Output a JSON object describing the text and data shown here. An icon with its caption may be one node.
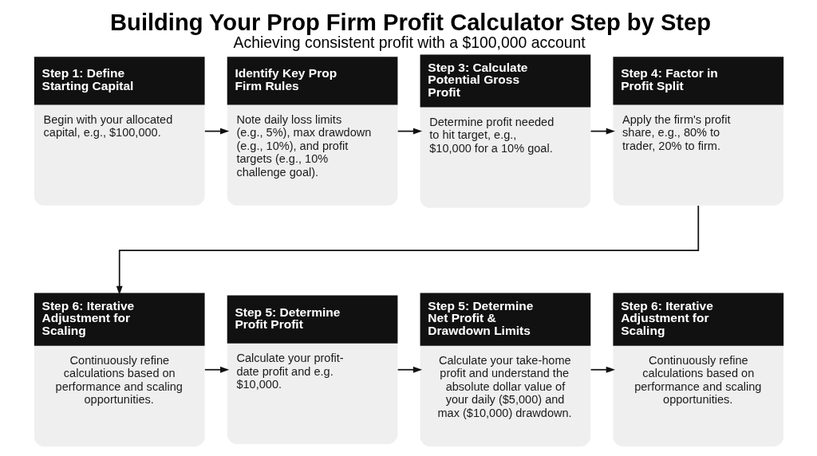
{
  "diagram": {
    "title": "Building Your Prop Firm Profit Calculator Step by Step",
    "caption": "Achieving consistent profit with a $100,000 account",
    "nodes": [
      {
        "text": [
          "Step 1: Define Starting Capital",
          "Begin with your allocated capital, e.g., $100,000."
        ]
      },
      {
        "text": [
          "Identify Key Prop Firm Rules",
          "Note daily loss limits (e.g., 5%), max drawdown (e.g., 10%), and profit targets (e.g., 10% challenge goal)."
        ]
      },
      {
        "text": [
          "Step 3: Calculate Potential Gross Profit",
          "Determine profit needed to hit target, e.g., $10,000 for a 10% goal."
        ]
      },
      {
        "text": [
          "Step 4: Factor in Profit Split",
          "Apply the firm's profit share, e.g., 80% to trader, 20% to firm."
        ]
      },
      {
        "text": [
          "Step 6: Iterative Adjustment for Scaling",
          "Continuously refine calculations based on performance and scaling opportunities."
        ]
      },
      {
        "text": [
          "Step 5: Determine Profit Profit",
          "Calculate your profit-date profit and e.g. $10,000."
        ]
      },
      {
        "text": [
          "Step 5: Determine Net Profit & Drawdown Limits",
          "Calculate your take-home profit and understand the absolute dollar value of your daily ($5,000) and max ($10,000) drawdown."
        ]
      },
      {
        "text": [
          "Step 6: Iterative Adjustment for Scaling",
          "Continuously refine calculations based on performance and scaling opportunities."
        ]
      }
    ],
    "edges": [
      {
        "from": 0,
        "to": 1,
        "arrow": "to"
      },
      {
        "from": 1,
        "to": 2,
        "arrow": "to"
      },
      {
        "from": 2,
        "to": 3,
        "arrow": "to"
      },
      {
        "from": 3,
        "to": 4,
        "arrow": "to"
      },
      {
        "from": 4,
        "to": 5,
        "arrow": "to"
      },
      {
        "from": 5,
        "to": 6,
        "arrow": "to"
      },
      {
        "from": 6,
        "to": 7,
        "arrow": "to"
      }
    ]
  }
}
